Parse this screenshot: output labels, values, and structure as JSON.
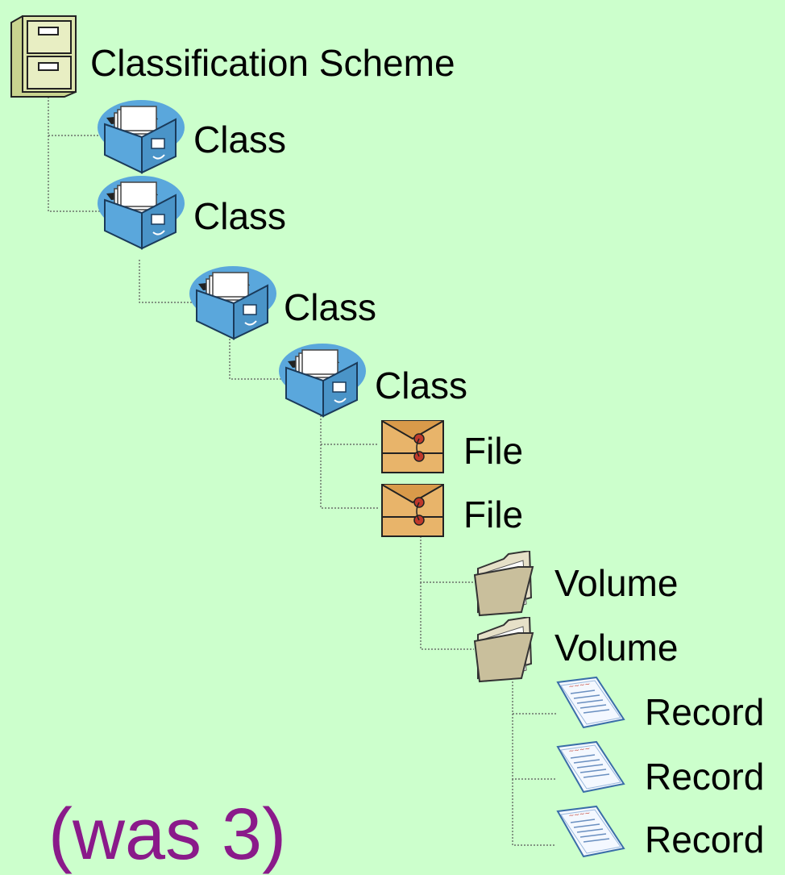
{
  "diagram": {
    "nodes": [
      {
        "label": "Classification Scheme",
        "icon": "filing-cabinet-icon"
      },
      {
        "label": "Class",
        "icon": "file-drawer-icon"
      },
      {
        "label": "Class",
        "icon": "file-drawer-icon"
      },
      {
        "label": "Class",
        "icon": "file-drawer-icon"
      },
      {
        "label": "Class",
        "icon": "file-drawer-icon"
      },
      {
        "label": "File",
        "icon": "envelope-file-icon"
      },
      {
        "label": "File",
        "icon": "envelope-file-icon"
      },
      {
        "label": "Volume",
        "icon": "folder-icon"
      },
      {
        "label": "Volume",
        "icon": "folder-icon"
      },
      {
        "label": "Record",
        "icon": "document-icon"
      },
      {
        "label": "Record",
        "icon": "document-icon"
      },
      {
        "label": "Record",
        "icon": "document-icon"
      }
    ],
    "footnote": "(was 3)"
  },
  "colors": {
    "background": "#ccffcc",
    "footnote": "#8a1a8a",
    "drawer_blue": "#5aa7dc",
    "cabinet": "#d8e3a8",
    "envelope": "#e8b46a",
    "folder": "#cfc6a6"
  }
}
